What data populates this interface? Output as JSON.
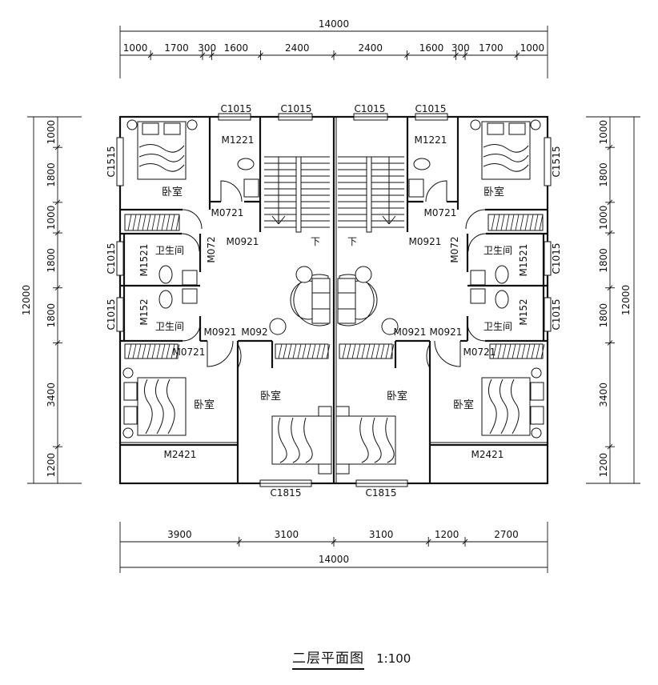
{
  "title": "二层平面图",
  "scale": "1:100",
  "dims": {
    "top_total": "14000",
    "top_segments": [
      "1000",
      "1700",
      "300",
      "1600",
      "2400",
      "2400",
      "1600",
      "300",
      "1700",
      "1000"
    ],
    "bottom_segments": [
      "3900",
      "3100",
      "3100",
      "1200",
      "2700"
    ],
    "bottom_total": "14000",
    "left_total": "12000",
    "right_total": "12000",
    "side_segments": [
      "1000",
      "1800",
      "1000",
      "1800",
      "1800",
      "3400",
      "1200"
    ]
  },
  "labels": {
    "c1015": "C1015",
    "c1515": "C1515",
    "c1815": "C1815",
    "m1221": "M1221",
    "m0721": "M0721",
    "m072": "M072",
    "m0921": "M0921",
    "m092": "M092",
    "m1521": "M1521",
    "m152": "M152",
    "m2421": "M2421",
    "bedroom": "卧室",
    "bathroom": "卫生间",
    "down": "下"
  }
}
